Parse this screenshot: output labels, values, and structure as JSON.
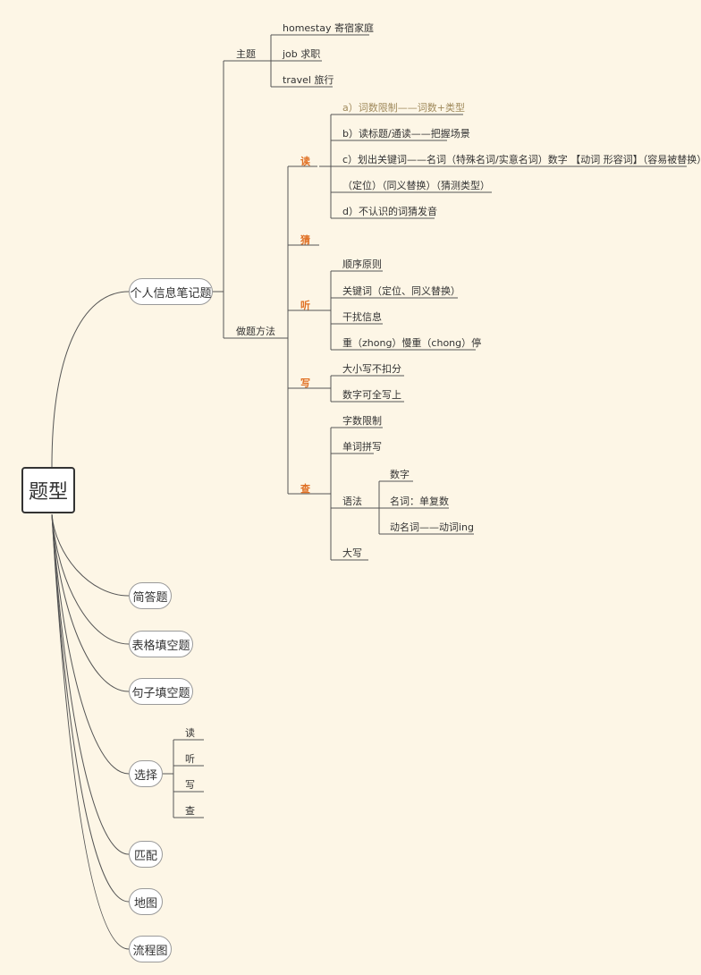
{
  "root": "题型",
  "colors": {
    "line": "#555555",
    "accent": "#e07024",
    "highlight": "#a08a5c",
    "background": "#fdf6e6"
  },
  "n1": {
    "label": "个人信息笔记题",
    "theme": {
      "label": "主题",
      "items": [
        "homestay 寄宿家庭",
        "job 求职",
        "travel 旅行"
      ]
    },
    "method": {
      "label": "做题方法",
      "read": {
        "label": "读",
        "items": [
          "a）词数限制——词数+类型",
          "b）读标题/通读——把握场景",
          "c）划出关键词——名词（特殊名词/实意名词）数字 【动词 形容词】（容易被替换）",
          "（定位）（同义替换）（猜测类型）",
          "d）不认识的词猜发音"
        ]
      },
      "guess": {
        "label": "猜"
      },
      "listen": {
        "label": "听",
        "items": [
          "顺序原则",
          "关键词（定位、同义替换）",
          "干扰信息",
          "重（zhong）慢重（chong）停"
        ]
      },
      "write": {
        "label": "写",
        "items": [
          "大小写不扣分",
          "数字可全写上"
        ]
      },
      "check": {
        "label": "查",
        "items": [
          "字数限制",
          "单词拼写",
          "语法",
          "大写"
        ],
        "grammar_items": [
          "数字",
          "名词：单复数",
          "动名词——动词ing"
        ]
      }
    }
  },
  "n2": {
    "label": "简答题"
  },
  "n3": {
    "label": "表格填空题"
  },
  "n4": {
    "label": "句子填空题"
  },
  "n5": {
    "label": "选择",
    "items": [
      "读",
      "听",
      "写",
      "查"
    ]
  },
  "n6": {
    "label": "匹配"
  },
  "n7": {
    "label": "地图"
  },
  "n8": {
    "label": "流程图"
  }
}
